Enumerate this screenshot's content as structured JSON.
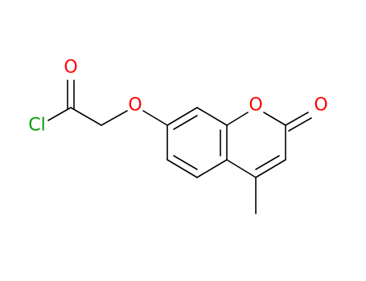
{
  "molecule": {
    "atoms": [
      {
        "id": "cl",
        "label": "Cl",
        "color": "#00a000"
      },
      {
        "id": "o_carbonyl_acyl",
        "label": "O",
        "color": "#ff0000"
      },
      {
        "id": "o_ether",
        "label": "O",
        "color": "#ff0000"
      },
      {
        "id": "o_ring",
        "label": "O",
        "color": "#ff0000"
      },
      {
        "id": "o_lactone_carbonyl",
        "label": "O",
        "color": "#ff0000"
      }
    ],
    "bond_color": "#000000"
  }
}
